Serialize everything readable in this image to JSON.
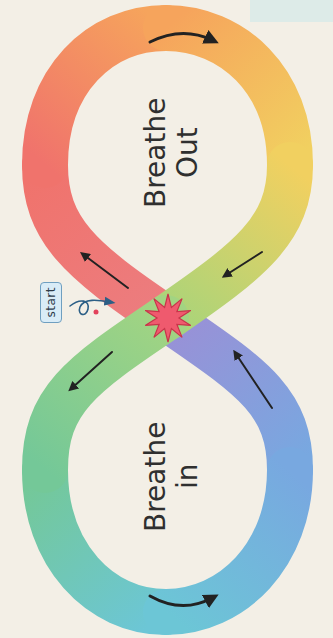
{
  "diagram": {
    "nodes": [
      {
        "text": [
          "start"
        ]
      }
    ],
    "labels": [
      "Breathe Out",
      "Breathe in"
    ]
  }
}
